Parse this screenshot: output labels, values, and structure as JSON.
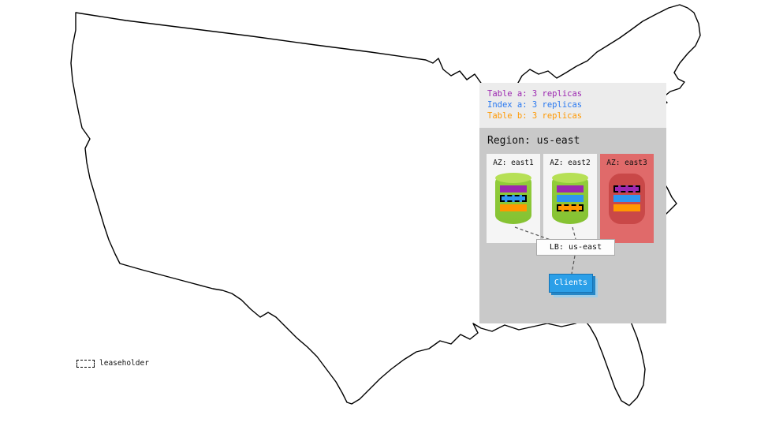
{
  "legend": {
    "items": [
      {
        "label": "Table a: 3 replicas",
        "color": "#9c27b0"
      },
      {
        "label": "Index a: 3 replicas",
        "color": "#2878f0"
      },
      {
        "label": "Table b: 3 replicas",
        "color": "#ff9800"
      }
    ]
  },
  "region": {
    "title": "Region: us-east",
    "azs": [
      {
        "label": "AZ: east1",
        "status": "healthy",
        "replicas": [
          "table-a",
          "index-a",
          "table-b"
        ],
        "leaseholder": "index-a"
      },
      {
        "label": "AZ: east2",
        "status": "healthy",
        "replicas": [
          "table-a",
          "index-a",
          "table-b"
        ],
        "leaseholder": "table-b"
      },
      {
        "label": "AZ: east3",
        "status": "down",
        "replicas": [
          "table-a",
          "index-a",
          "table-b"
        ],
        "leaseholder": "table-a"
      }
    ],
    "lb": {
      "label": "LB: us-east"
    },
    "clients": {
      "label": "Clients"
    }
  },
  "lease_legend": {
    "label": "leaseholder"
  },
  "map": {
    "name": "United States contiguous outline"
  },
  "colors": {
    "table_a": "#9c27b0",
    "index_a": "#2f96f0",
    "table_b": "#ff9800",
    "node_green": "#8bc73a",
    "az_bg": "#f5f5f5",
    "az_down_bg": "#e06a6a",
    "az_down_node": "#c94848",
    "region_bg": "#c9c9c9",
    "legend_bg": "#ececec",
    "clients_blue": "#2b9fe8"
  }
}
